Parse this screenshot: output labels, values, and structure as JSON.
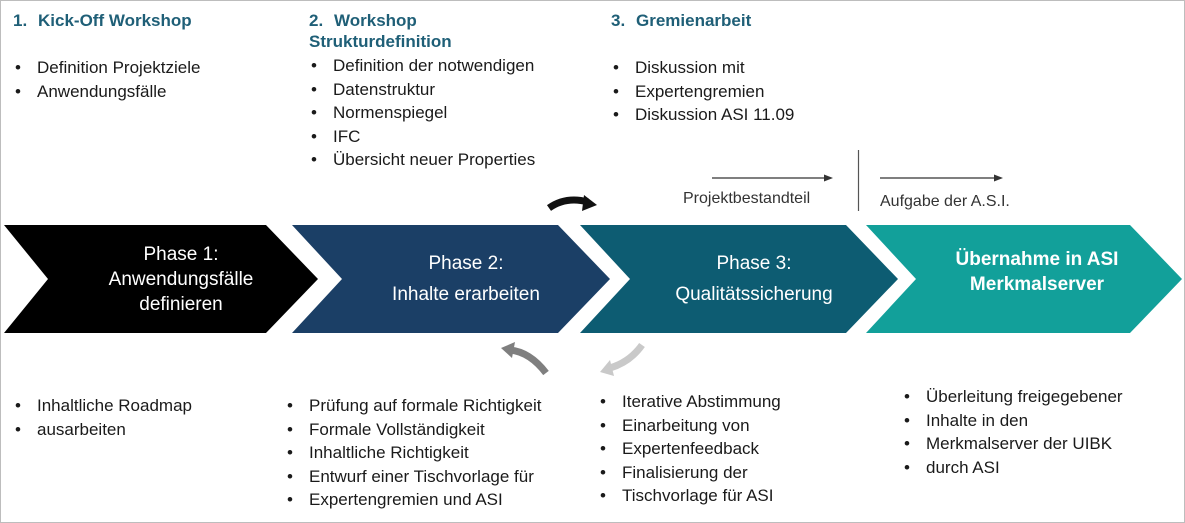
{
  "top_columns": [
    {
      "number": "1.",
      "title_lines": [
        "Kick-Off Workshop"
      ],
      "bullets": [
        "Definition Projektziele",
        "Anwendungsfälle"
      ]
    },
    {
      "number": "2.",
      "title_lines": [
        "Workshop",
        "Strukturdefinition"
      ],
      "bullets": [
        "Definition der notwendigen",
        "Datenstruktur",
        "Normenspiegel",
        "IFC",
        "Übersicht neuer Properties"
      ]
    },
    {
      "number": "3.",
      "title_lines": [
        "Gremienarbeit"
      ],
      "bullets": [
        "Diskussion mit",
        "Expertengremien",
        "Diskussion ASI 11.09"
      ]
    }
  ],
  "scope_labels": {
    "left": "Projektbestandteil",
    "right": "Aufgabe der A.S.I."
  },
  "phases": [
    {
      "lines": [
        "Phase 1:",
        "Anwendungsfälle",
        "definieren"
      ],
      "color": "#000000"
    },
    {
      "lines": [
        "Phase 2:",
        "Inhalte erarbeiten"
      ],
      "color": "#1b3f66"
    },
    {
      "lines": [
        "Phase 3:",
        "Qualitätssicherung"
      ],
      "color": "#0d5c72"
    },
    {
      "lines": [
        "Übernahme in ASI",
        "Merkmalserver"
      ],
      "color": "#12a09a"
    }
  ],
  "bottom_columns": [
    {
      "bullets": [
        "Inhaltliche Roadmap",
        "ausarbeiten"
      ]
    },
    {
      "bullets": [
        "Prüfung auf formale Richtigkeit",
        "Formale Vollständigkeit",
        "Inhaltliche Richtigkeit",
        "Entwurf einer Tischvorlage für",
        "Expertengremien und ASI"
      ]
    },
    {
      "bullets": [
        "Iterative Abstimmung",
        "Einarbeitung von",
        "Expertenfeedback",
        "Finalisierung der",
        "Tischvorlage für ASI"
      ]
    },
    {
      "bullets": [
        "Überleitung freigegebener",
        "Inhalte in den",
        "Merkmalserver der UIBK",
        "durch ASI"
      ]
    }
  ]
}
